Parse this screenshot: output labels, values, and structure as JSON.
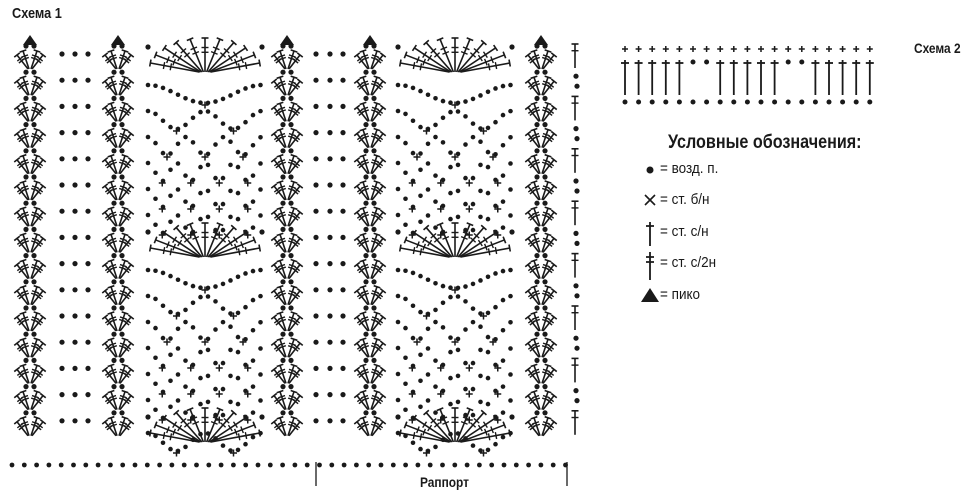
{
  "scheme1": {
    "title": "Схема 1",
    "rapport_label": "Раппорт"
  },
  "scheme2": {
    "title": "Схема 2"
  },
  "legend": {
    "title": "Условные обозначения:",
    "items": [
      {
        "icon": "chain-dot-icon",
        "text": "= возд. п."
      },
      {
        "icon": "single-crochet-cross-icon",
        "text": "= ст. б/н"
      },
      {
        "icon": "double-crochet-icon",
        "text": "= ст. с/н"
      },
      {
        "icon": "treble-crochet-icon",
        "text": "= ст. с/2н"
      },
      {
        "icon": "picot-triangle-icon",
        "text": "= пико"
      }
    ]
  },
  "colors": {
    "ink": "#1a1a1a",
    "background": "#ffffff"
  }
}
